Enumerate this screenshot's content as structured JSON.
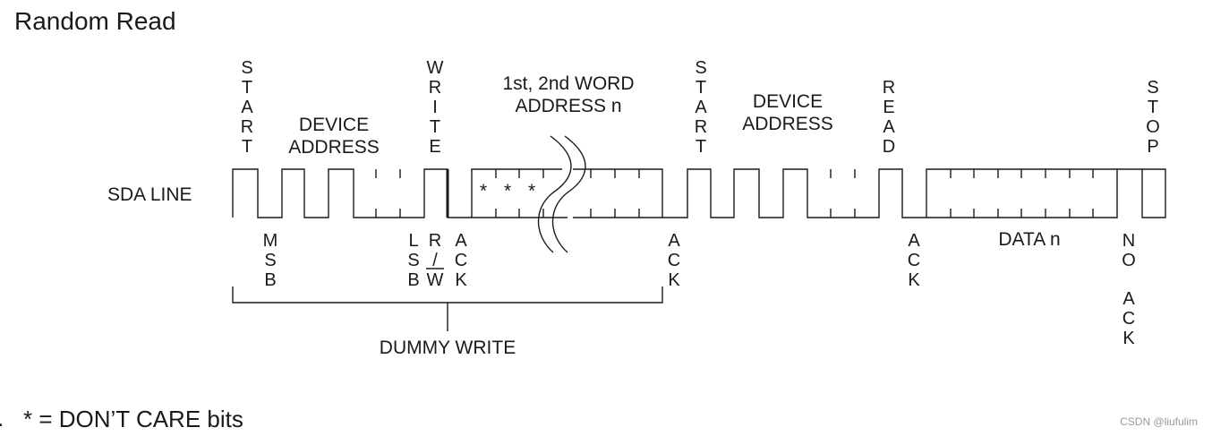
{
  "title": "Random Read",
  "sda_label": "SDA LINE",
  "top_labels": {
    "start_1": [
      "S",
      "T",
      "A",
      "R",
      "T"
    ],
    "device_address_1": [
      "DEVICE",
      "ADDRESS"
    ],
    "write": [
      "W",
      "R",
      "I",
      "T",
      "E"
    ],
    "word_address": [
      "1st, 2nd WORD",
      "ADDRESS n"
    ],
    "start_2": [
      "S",
      "T",
      "A",
      "R",
      "T"
    ],
    "device_address_2": [
      "DEVICE",
      "ADDRESS"
    ],
    "read": [
      "R",
      "E",
      "A",
      "D"
    ],
    "stop": [
      "S",
      "T",
      "O",
      "P"
    ]
  },
  "bottom_labels": {
    "msb": [
      "M",
      "S",
      "B"
    ],
    "lsb": [
      "L",
      "S",
      "B"
    ],
    "rw": [
      "R",
      "/",
      "W"
    ],
    "ack_1": [
      "A",
      "C",
      "K"
    ],
    "ack_2": [
      "A",
      "C",
      "K"
    ],
    "ack_3": [
      "A",
      "C",
      "K"
    ],
    "data_n": "DATA n",
    "no_ack": [
      "N",
      "O",
      "",
      "A",
      "C",
      "K"
    ]
  },
  "dont_care_marks": [
    "*",
    "*",
    "*"
  ],
  "dummy_write": "DUMMY WRITE",
  "footnote": "* = DON’T CARE bits",
  "footnote_bullet": ".",
  "watermark": "CSDN @liufulim"
}
